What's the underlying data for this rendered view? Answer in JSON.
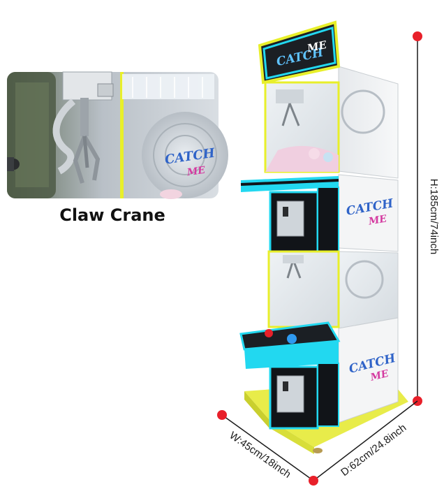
{
  "inset": {
    "label": "Claw Crane",
    "logo_line1": "CATCH",
    "logo_line2": "ME"
  },
  "machine": {
    "marquee_text_1": "CATCH",
    "marquee_text_2": "ME",
    "panel_logo_1": "CATCH",
    "panel_logo_2": "ME"
  },
  "dimensions": {
    "height": "H:185cm/74inch",
    "width": "W:45cm/18inch",
    "depth": "D:62cm/24.8inch"
  },
  "colors": {
    "neon_cyan": "#22d8f0",
    "neon_yellow": "#e8ef2a",
    "marker_red": "#e8202a",
    "cabinet_white": "#f1f3f5",
    "trim_black": "#111418"
  }
}
